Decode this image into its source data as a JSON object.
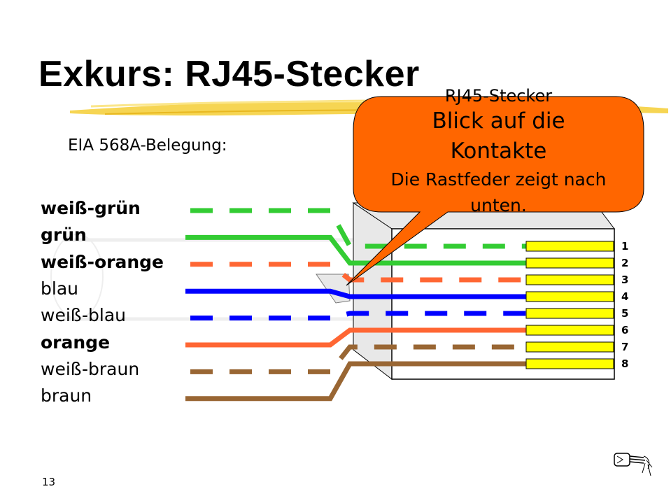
{
  "title": "Exkurs: RJ45-Stecker",
  "subtitle": "EIA 568A-Belegung:",
  "wires": [
    {
      "label": "weiß-grün",
      "bold": true,
      "color": "#33cc33",
      "dashed": true,
      "pin": 1
    },
    {
      "label": "grün",
      "bold": true,
      "color": "#33cc33",
      "dashed": false,
      "pin": 2
    },
    {
      "label": "weiß-orange",
      "bold": true,
      "color": "#ff6633",
      "dashed": true,
      "pin": 3
    },
    {
      "label": "blau",
      "bold": false,
      "color": "#0000ff",
      "dashed": false,
      "pin": 4
    },
    {
      "label": "weiß-blau",
      "bold": false,
      "color": "#0000ff",
      "dashed": true,
      "pin": 5
    },
    {
      "label": "orange",
      "bold": true,
      "color": "#ff6633",
      "dashed": false,
      "pin": 6
    },
    {
      "label": "weiß-braun",
      "bold": false,
      "color": "#996633",
      "dashed": true,
      "pin": 7
    },
    {
      "label": "braun",
      "bold": false,
      "color": "#996633",
      "dashed": false,
      "pin": 8
    }
  ],
  "pins": [
    "1",
    "2",
    "3",
    "4",
    "5",
    "6",
    "7",
    "8"
  ],
  "callout": {
    "line1": "RJ45-Stecker",
    "line2": "Blick auf die",
    "line3": "Kontakte",
    "line4": "Die Rastfeder zeigt nach",
    "line5": "unten.",
    "color": "#ff6600"
  },
  "colors": {
    "contact": "#ffff00",
    "plug_body": "#e8e8e8",
    "highlighter": "#f5d040"
  },
  "page_number": "13",
  "footer_icon": "hand-pointing-icon"
}
